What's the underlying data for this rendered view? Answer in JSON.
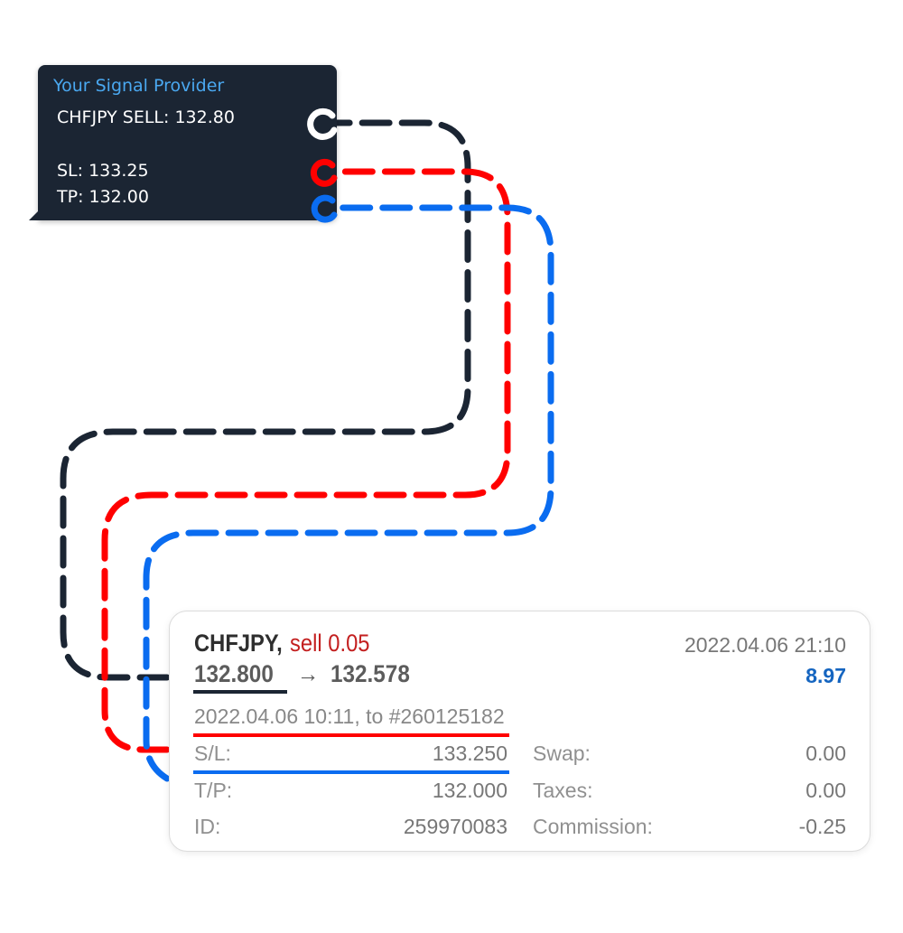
{
  "signal": {
    "title": "Your Signal Provider",
    "entry": "CHFJPY SELL: 132.80",
    "sl": "SL:  133.25",
    "tp": "TP:  132.00"
  },
  "trade": {
    "symbol": "CHFJPY,",
    "side": "sell 0.05",
    "close_time": "2022.04.06 21:10",
    "open_price": "132.800",
    "arrow": "→",
    "close_price": "132.578",
    "profit": "8.97",
    "open_info": "2022.04.06 10:11, to #260125182",
    "rows": [
      {
        "label": "S/L:",
        "value": "133.250",
        "label2": "Swap:",
        "value2": "0.00"
      },
      {
        "label": "T/P:",
        "value": "132.000",
        "label2": "Taxes:",
        "value2": "0.00"
      },
      {
        "label": "ID:",
        "value": "259970083",
        "label2": "Commission:",
        "value2": "-0.25"
      }
    ]
  },
  "colors": {
    "entry_line": "#1b2533",
    "sl_line": "#ff0000",
    "tp_line": "#0a6cf0",
    "title_blue": "#4aa8f0",
    "sell_red": "#c31f1f",
    "profit_blue": "#1565c0"
  }
}
